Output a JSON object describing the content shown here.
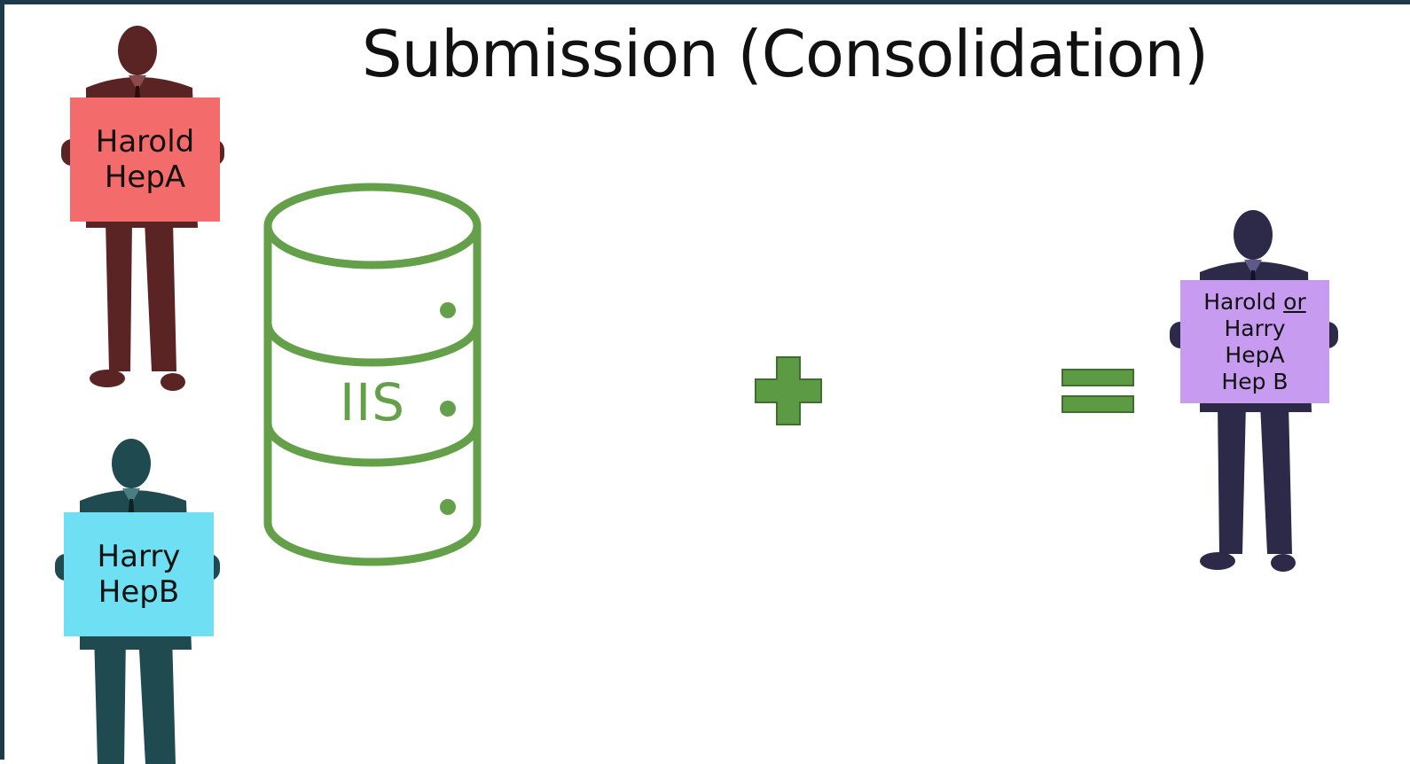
{
  "title": "Submission (Consolidation)",
  "people": [
    {
      "sign_lines": [
        "Harold",
        "HepA"
      ],
      "sign_color": "#f46b6b",
      "figure_color": "#5a2424"
    },
    {
      "sign_lines": [
        "Harry",
        "HepB"
      ],
      "sign_color": "#6fe0f4",
      "figure_color": "#1f4a4f"
    },
    {
      "sign_lines": [
        "Harold",
        "or",
        "Harry",
        "HepA",
        "Hep B"
      ],
      "sign_color": "#c79cf0",
      "figure_color": "#2c2a48"
    }
  ],
  "database": {
    "label": "IIS",
    "color": "#64a04a"
  },
  "operators": {
    "plus": "+",
    "equals": "=",
    "color": "#5c9a44"
  }
}
